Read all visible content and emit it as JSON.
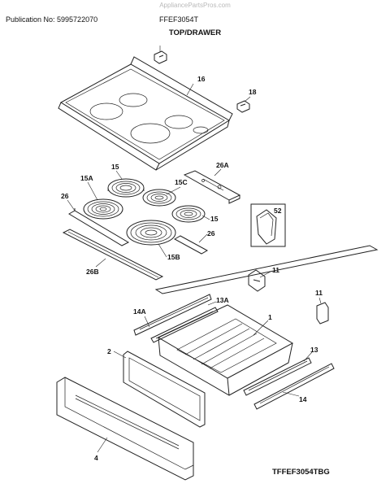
{
  "header": {
    "watermark": "AppliancePartsPros.com",
    "publication": "Publication No: 5995722070",
    "model": "FFEF3054T",
    "section_title": "TOP/DRAWER"
  },
  "footer": {
    "code": "TFFEF3054TBG"
  },
  "parts": {
    "p16": "16",
    "p18": "18",
    "p26A": "26A",
    "p15": "15",
    "p15A": "15A",
    "p15C": "15C",
    "p26": "26",
    "p15_2": "15",
    "p52": "52",
    "p26_2": "26",
    "p15B": "15B",
    "p26B": "26B",
    "p11": "11",
    "p11_2": "11",
    "p13A": "13A",
    "p14A": "14A",
    "p1": "1",
    "p2": "2",
    "p13": "13",
    "p14": "14",
    "p4": "4"
  }
}
